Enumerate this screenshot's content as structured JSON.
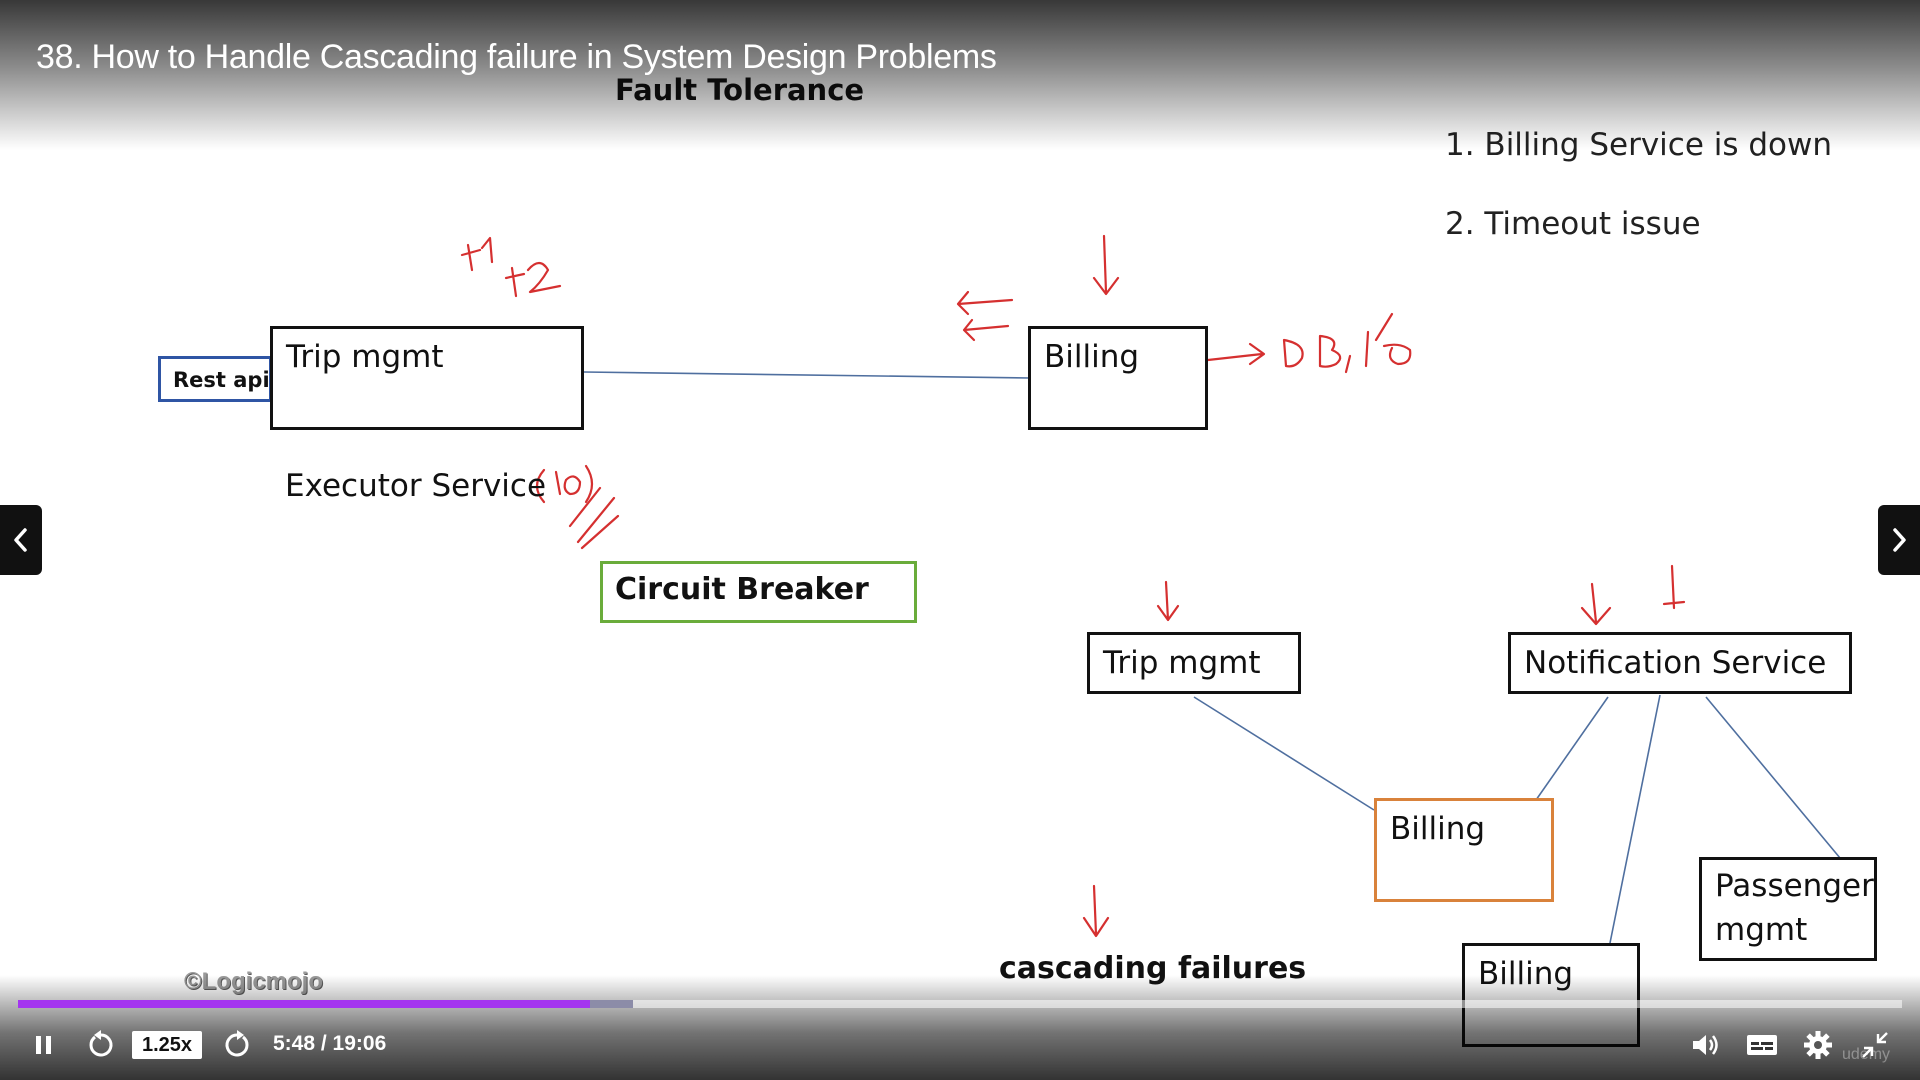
{
  "player": {
    "lecture_title": "38. How to Handle Cascading failure in System Design Problems",
    "speed": "1.25x",
    "time_display": "5:48 / 19:06",
    "progress_fraction": 0.3036,
    "buffered_fraction": 0.3266,
    "colors": {
      "played": "#a435f0",
      "buffered": "#8c8ca8"
    },
    "icons": [
      "pause-icon",
      "rewind-icon",
      "forward-icon",
      "volume-icon",
      "captions-icon",
      "settings-icon",
      "exit-fullscreen-icon",
      "chevron-left-icon",
      "chevron-right-icon"
    ],
    "corner_tag": "udemy"
  },
  "slide": {
    "title": "Fault Tolerance",
    "issues": [
      "1. Billing Service is down",
      "2. Timeout issue"
    ],
    "boxes": {
      "rest_api": "Rest api",
      "trip_mgmt_top": "Trip mgmt",
      "billing_top": "Billing",
      "circuit_breaker": "Circuit Breaker",
      "trip_mgmt_bottom": "Trip mgmt",
      "notification": "Notification Service",
      "billing_orange": "Billing",
      "passenger_line1": "Passenger",
      "passenger_line2": "mgmt",
      "billing_2": "Billing"
    },
    "executor_service": "Executor Service",
    "cascading_failures": "cascading failures",
    "watermark": "©Logicmojo",
    "colors": {
      "rest_api_border": "#2f55a4",
      "circuit_breaker_border": "#6aac3b",
      "orange_border": "#d9823b",
      "annotation": "#d53030"
    }
  }
}
